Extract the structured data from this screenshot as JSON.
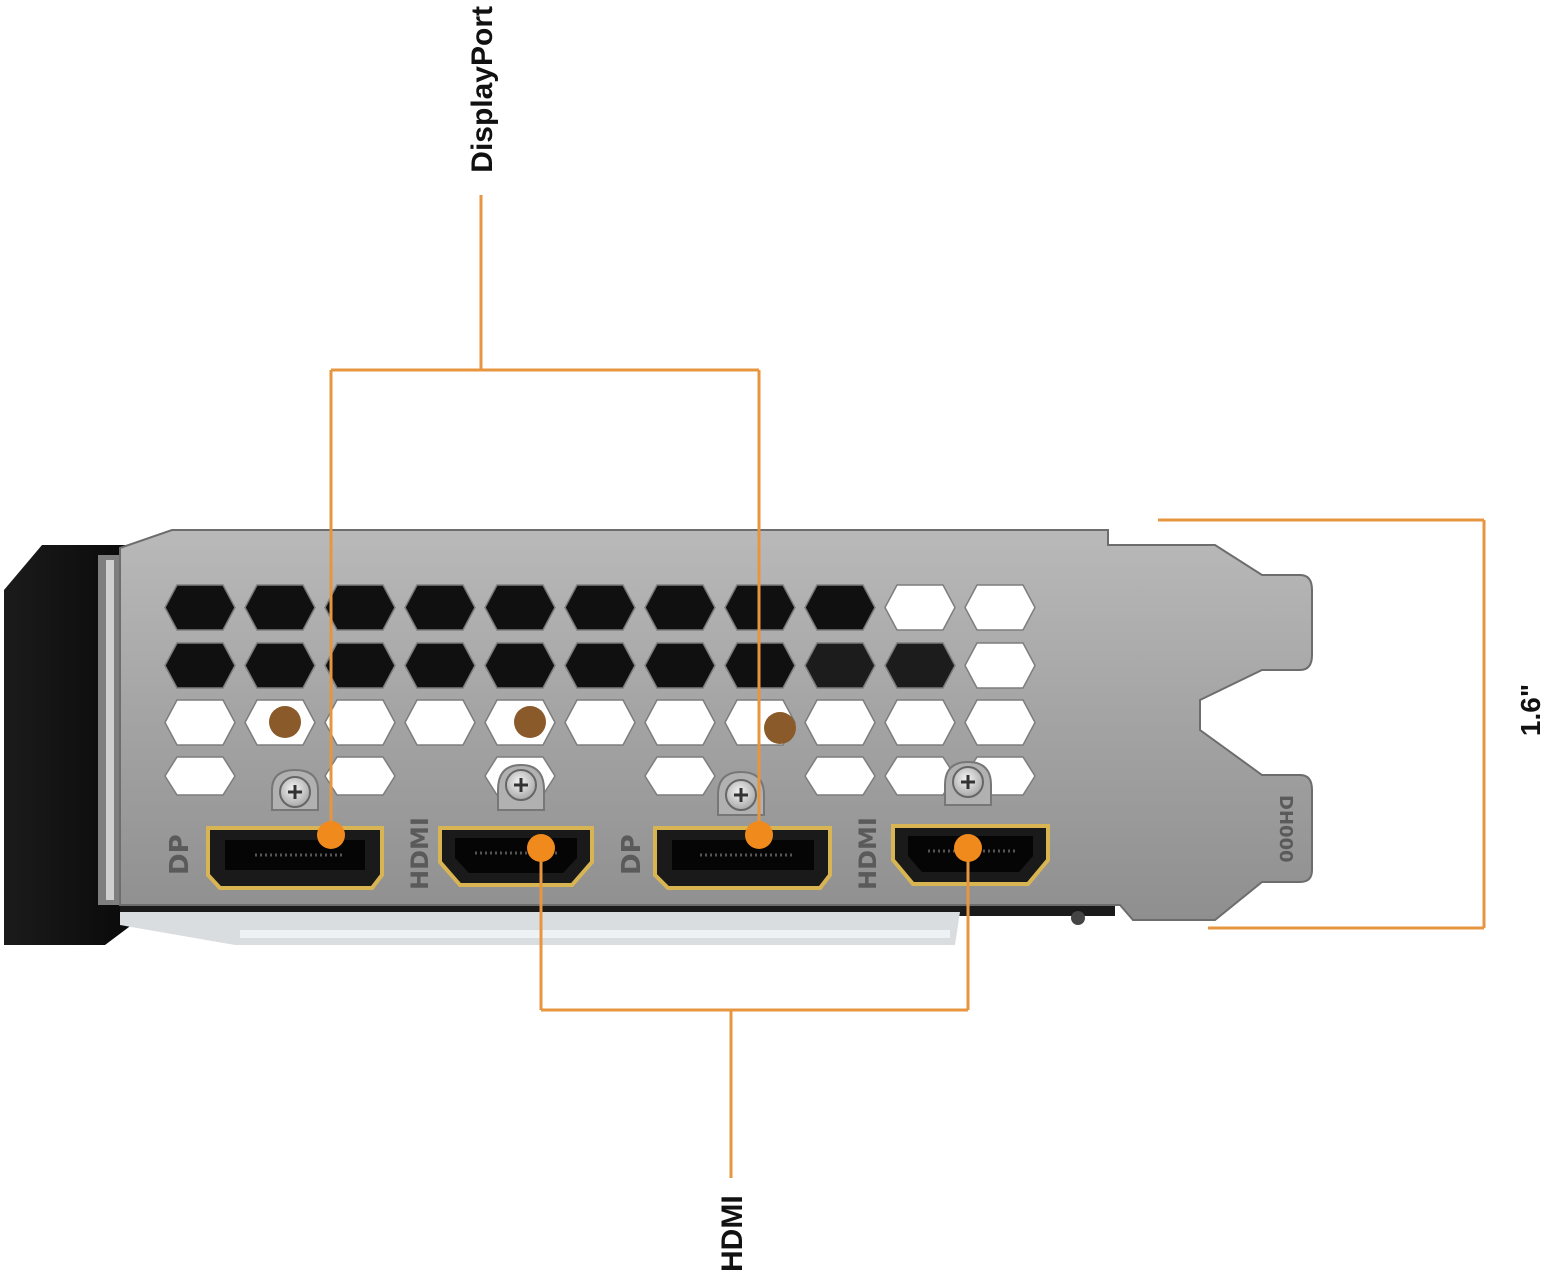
{
  "callouts": {
    "displayport": "DisplayPort",
    "hdmi": "HDMI",
    "height": "1.6\""
  },
  "bracket_markings": {
    "port_1": "DP",
    "port_2": "HDMI",
    "port_3": "DP",
    "port_4": "HDMI",
    "tab_marking": "DH000"
  },
  "colors": {
    "callout_line": "#E8953F",
    "callout_dot": "#F08A1C",
    "bracket_metal": "#9c9c9c",
    "port_gold": "#d8b552"
  }
}
